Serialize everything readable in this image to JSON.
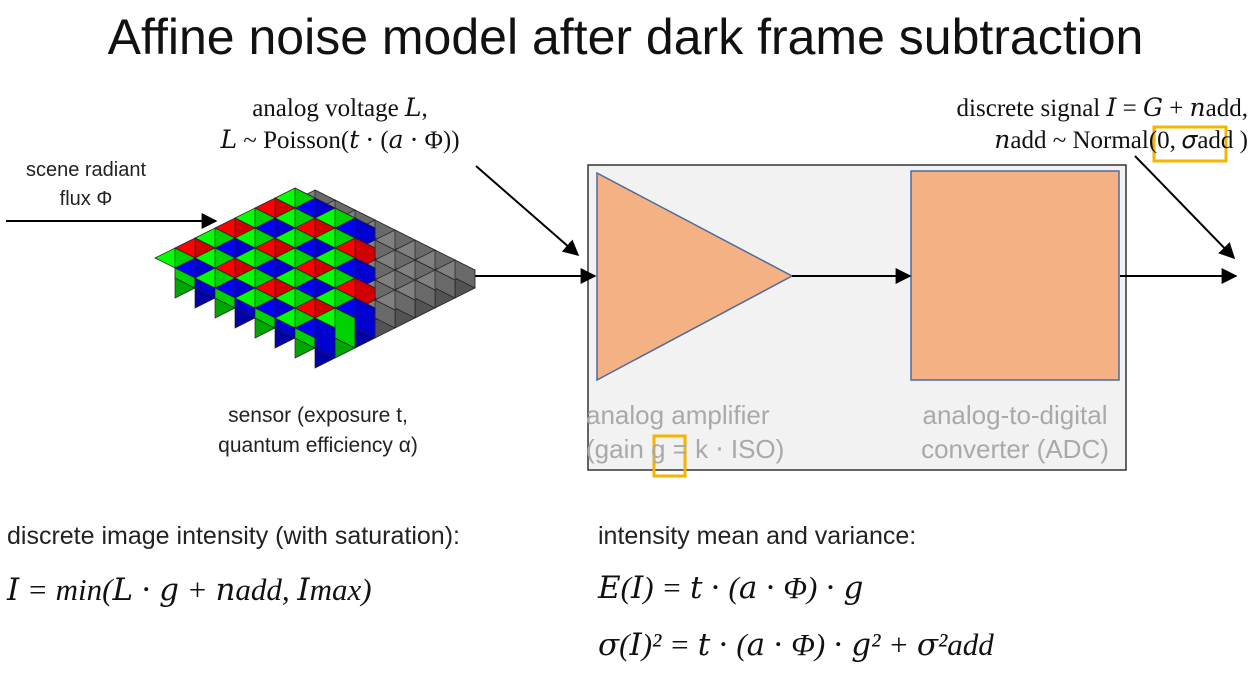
{
  "title": "Affine noise model after dark frame subtraction",
  "input": {
    "line1": "scene radiant",
    "line2": "flux Φ"
  },
  "analog_voltage": {
    "line1": "analog voltage 𝐿,",
    "line2": "𝐿 ~ Poisson(𝑡 ⋅ (𝑎 ⋅ Φ))"
  },
  "discrete_signal": {
    "line1": "discrete signal 𝐼 = 𝐺 + 𝑛add,",
    "line2_prefix": "𝑛add ~ Normal(0,",
    "line2_sigma": "𝜎add",
    "line2_suffix": ")"
  },
  "sensor": {
    "line1": "sensor (exposure t,",
    "line2": "quantum efficiency α)"
  },
  "amplifier": {
    "line1": "analog amplifier",
    "line2_prefix": "(gain ",
    "line2_g": "g",
    "line2_suffix": " = k ⋅ ISO)"
  },
  "adc": {
    "line1": "analog-to-digital",
    "line2": "converter (ADC)"
  },
  "left_heading": "discrete image intensity (with saturation):",
  "left_equation": "𝐼 = min(𝐿 ⋅ 𝑔 + 𝑛add, 𝐼max)",
  "right_heading": "intensity mean and variance:",
  "right_equation_1": "𝐸(𝐼) = 𝑡 ⋅ (𝑎 ⋅ Φ) ⋅ 𝑔",
  "right_equation_2": "𝜎(𝐼)² = 𝑡 ⋅ (𝑎 ⋅ Φ) ⋅ 𝑔² + 𝜎²add",
  "colors": {
    "box_fill": "#f2f2f2",
    "box_stroke": "#333333",
    "orange_fill": "#f4b183",
    "triangle_stroke": "#4e6b9c",
    "highlight": "#f5b400",
    "sensor_red": "#ff0000",
    "sensor_green": "#00ff00",
    "sensor_blue": "#0000ff",
    "sensor_grey": "#808080"
  }
}
